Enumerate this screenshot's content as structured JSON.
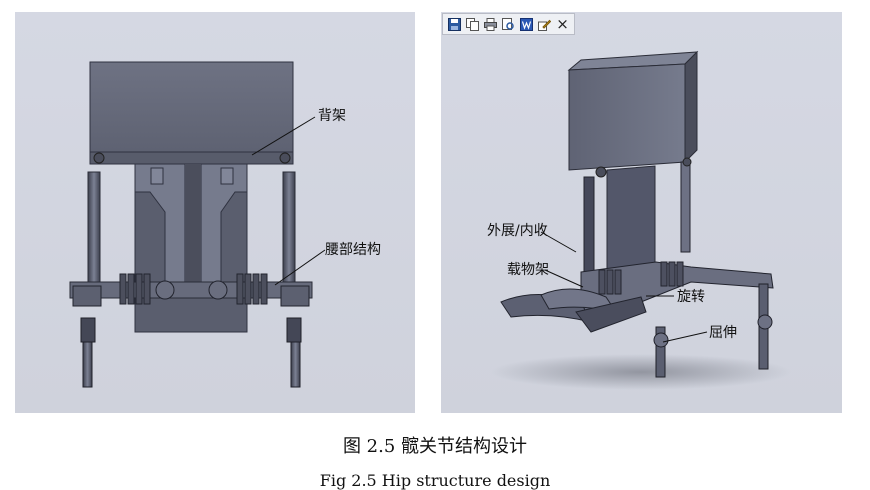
{
  "left_panel": {
    "callouts": [
      "背架",
      "腰部结构"
    ]
  },
  "right_panel": {
    "toolbar": {
      "icons": [
        "save-icon",
        "copy-icon",
        "print-icon",
        "preview-icon",
        "word-icon",
        "edit-icon",
        "close-icon"
      ],
      "close_glyph": "×"
    },
    "callouts": [
      "外展/内收",
      "载物架",
      "旋转",
      "屈伸"
    ]
  },
  "caption": {
    "chinese": "图 2.5 髋关节结构设计",
    "english": "Fig 2.5 Hip structure design"
  },
  "colors": {
    "viewport_bg": "#d3d6e0",
    "part_face": "#6b6f80",
    "part_dark": "#3e4150",
    "part_light": "#858a9c"
  }
}
